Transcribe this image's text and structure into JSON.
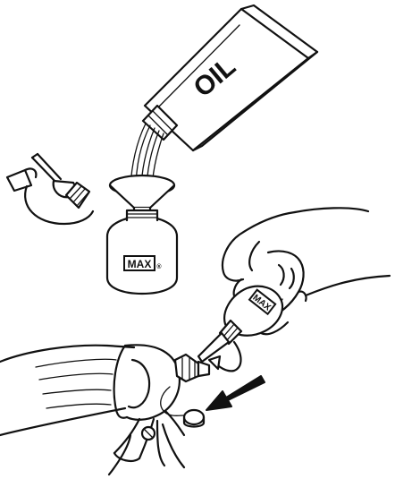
{
  "can_label": "OIL",
  "bottle_label": "MAX",
  "bottle_label_mark": "®",
  "bottle_label_small": "MAX",
  "colors": {
    "ink": "#111111",
    "background": "#ffffff"
  }
}
